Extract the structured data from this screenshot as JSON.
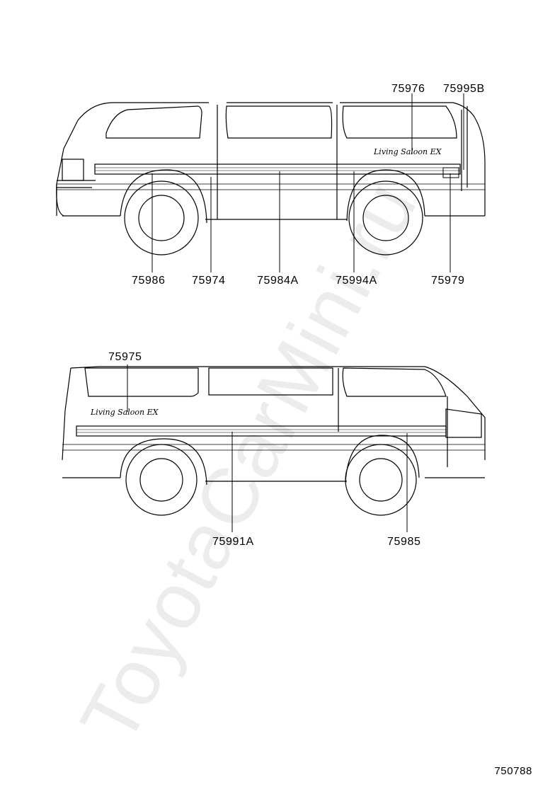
{
  "watermark": "ToyotaCarMini.ru",
  "figure_number": "750788",
  "emblem_text": "Living Saloon EX",
  "right_side_view": {
    "labels": {
      "p75976": "75976",
      "p75995b": "75995B",
      "p75986": "75986",
      "p75974": "75974",
      "p75984a": "75984A",
      "p75994a": "75994A",
      "p75979": "75979"
    }
  },
  "left_side_view": {
    "labels": {
      "p75975": "75975",
      "p75991a": "75991A",
      "p75985": "75985"
    }
  },
  "colors": {
    "line": "#000000",
    "watermark": "#c8c8c8"
  }
}
